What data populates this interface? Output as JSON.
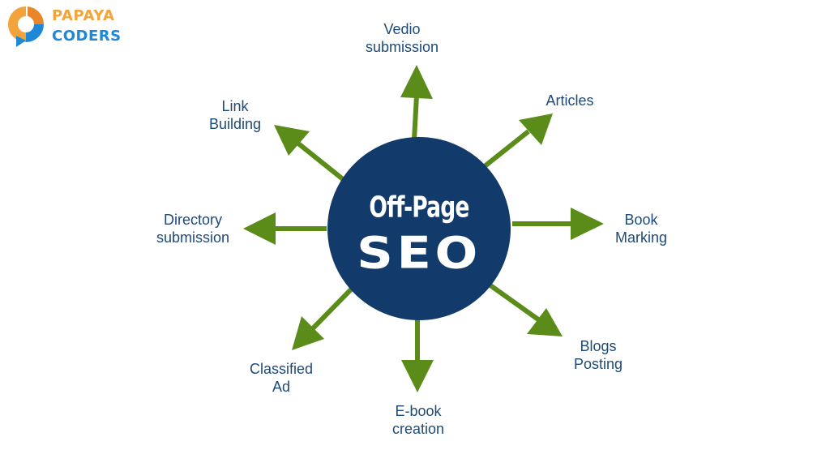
{
  "logo": {
    "line1": "PAPAYA",
    "line2": "CODERS",
    "icon": "papaya-coders-logo-icon",
    "colors": {
      "orange": "#f2a33a",
      "blue": "#1e88d6"
    }
  },
  "hub": {
    "line1": "Off-Page",
    "line2": "SEO",
    "color": "#123a6b"
  },
  "arrow_color": "#5b8c1a",
  "label_color": "#1d4a78",
  "spokes": [
    {
      "id": "vedio",
      "label": "Vedio\nsubmission"
    },
    {
      "id": "articles",
      "label": "Articles"
    },
    {
      "id": "book-marking",
      "label": "Book\nMarking"
    },
    {
      "id": "blogs-posting",
      "label": "Blogs\nPosting"
    },
    {
      "id": "ebook",
      "label": "E-book\ncreation"
    },
    {
      "id": "classified",
      "label": "Classified\nAd"
    },
    {
      "id": "directory",
      "label": "Directory\nsubmission"
    },
    {
      "id": "link-building",
      "label": "Link\nBuilding"
    }
  ]
}
